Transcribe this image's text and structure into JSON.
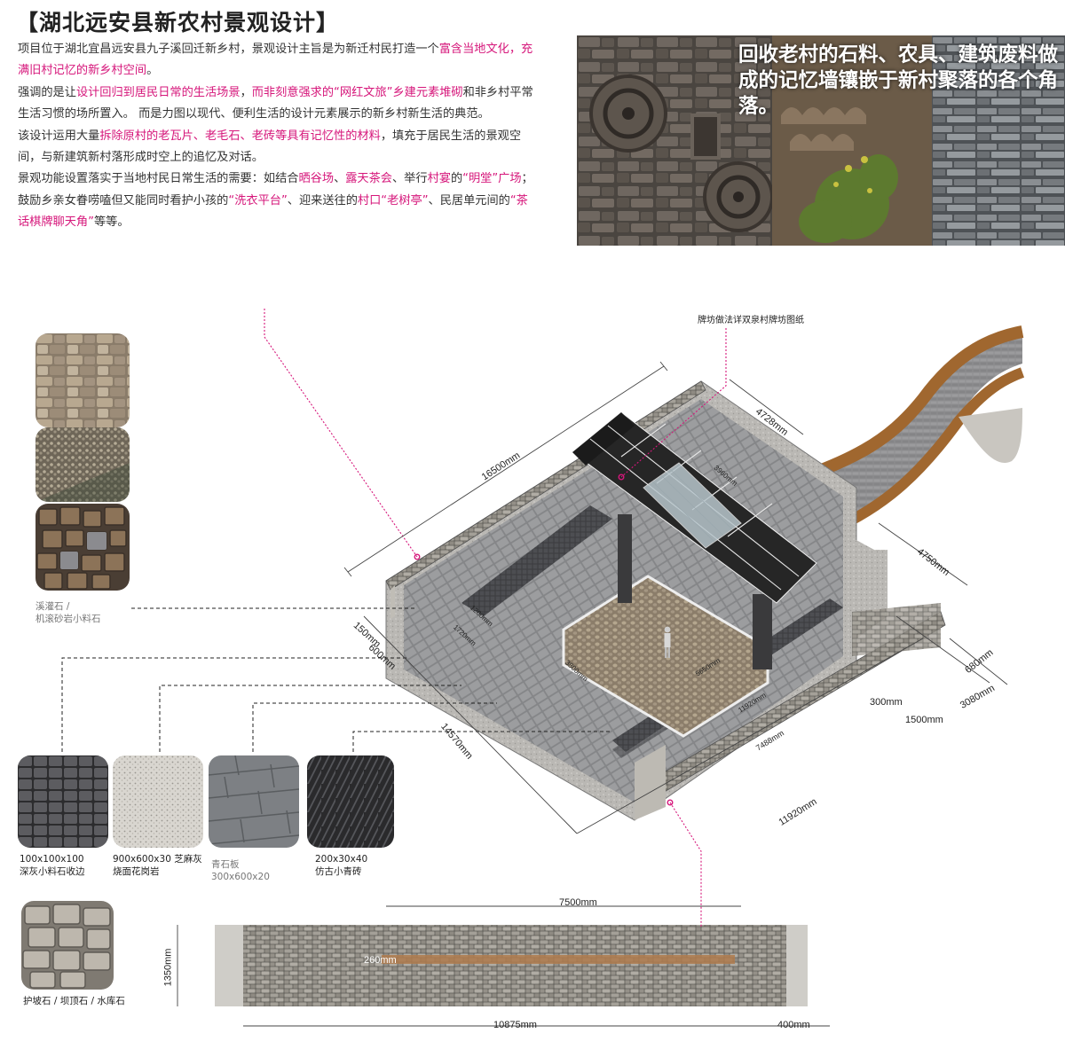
{
  "title": "【湖北远安县新农村景观设计】",
  "intro": {
    "p1_a": "项目位于湖北宜昌远安县九子溪回迁新乡村，景观设计主旨是为新迁村民打造一个",
    "p1_hl": "富含当地文化，充满旧村记忆的新乡村空间",
    "p1_b": "。",
    "p2_a": "强调的是让",
    "p2_hl1": "设计回归到居民日常的生活场景",
    "p2_b": "，",
    "p2_hl2": "而非刻意强求的“网红文旅”乡建元素堆砌",
    "p2_c": "和非乡村平常生活习惯的场所置入。 而是力图以现代、便利生活的设计元素展示的新乡村新生活的典范。",
    "p3_a": "该设计运用大量",
    "p3_hl": "拆除原村的老瓦片、老毛石、老砖等具有记忆性的材料",
    "p3_b": "，填充于居民生活的景观空间，与新建筑新村落形成时空上的追忆及对话。",
    "p4_a": "景观功能设置落实于当地村民日常生活的需要：如结合",
    "p4_hl1": "晒谷场",
    "p4_s1": "、",
    "p4_hl2": "露天茶会",
    "p4_s2": "、举行",
    "p4_hl3": "村宴",
    "p4_s3": "的",
    "p4_hl4": "“明堂”广场",
    "p4_s4": "；鼓励乡亲女眷唠嗑但又能同时看护小孩的",
    "p4_hl5": "“洗衣平台”",
    "p4_s5": "、迎来送往的",
    "p4_hl6": "村口“老树亭”",
    "p4_s6": "、民居单元间的",
    "p4_hl7": "“茶话棋牌聊天角”",
    "p4_s7": "等等。"
  },
  "photo_caption": "回收老村的石料、农具、建筑废料做成的记忆墙镶嵌于新村聚落的各个角落。",
  "annotation_top": "牌坊做法详双泉村牌坊图纸",
  "materials": {
    "stream_stone": "溪灌石 /",
    "stream_stone2": "机滚砂岩小料石",
    "m1_a": "100x100x100",
    "m1_b": "深灰小料石收边",
    "m2_a": "900x600x30 芝麻灰",
    "m2_b": "烧面花岗岩",
    "m3_a": "青石板",
    "m3_b": "300x600x20",
    "m4_a": "200x30x40",
    "m4_b": "仿古小青砖",
    "m5": "护坡石 / 坝顶石 / 水库石"
  },
  "dimensions": {
    "d16500": "16500mm",
    "d4728": "4728mm",
    "d4750": "4750mm",
    "d680": "680mm",
    "d3080": "3080mm",
    "d300": "300mm",
    "d1500": "1500mm",
    "d14570": "14570mm",
    "d11920": "11920mm",
    "d7500": "7500mm",
    "d1350": "1350mm",
    "d260": "260mm",
    "d10875": "10875mm",
    "d400": "400mm",
    "d150": "150mm",
    "d600": "600mm",
    "d1200": "1200mm",
    "d1720": "1720mm",
    "d3800": "3800mm",
    "d5650": "5650mm",
    "d7488": "7488mm",
    "d11920b": "11920mm",
    "d3960": "3960mm"
  },
  "colors": {
    "accent": "#d6177b",
    "roof": "#262626",
    "paving": "#8e8e90",
    "wall": "#bdbab3"
  }
}
